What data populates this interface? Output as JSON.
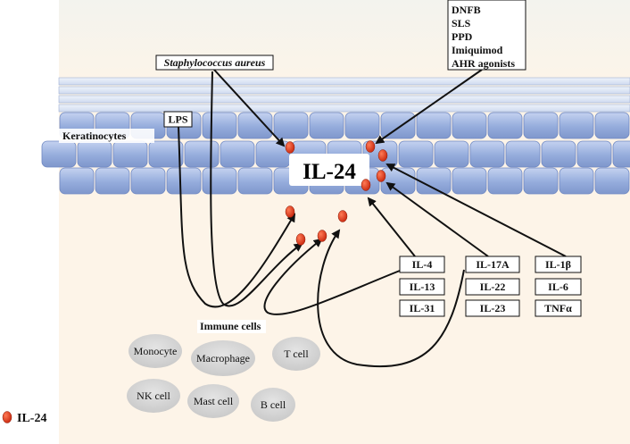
{
  "title": "IL-24",
  "labels": {
    "keratinocytes": "Keratinocytes",
    "immune_cells": "Immune cells",
    "lps": "LPS",
    "staph": "Staphylococcus aureus"
  },
  "chemicals": [
    "DNFB",
    "SLS",
    "PPD",
    "Imiquimod",
    "AHR agonists"
  ],
  "cytokine_groups": [
    [
      "IL-4",
      "IL-13",
      "IL-31"
    ],
    [
      "IL-17A",
      "IL-22",
      "IL-23"
    ],
    [
      "IL-1β",
      "IL-6",
      "TNFα"
    ]
  ],
  "cells": [
    "Monocyte",
    "Macrophage",
    "T cell",
    "NK cell",
    "Mast cell",
    "B cell"
  ],
  "legend": {
    "label": "IL-24"
  },
  "colors": {
    "il24_dot": "#d9341c",
    "keratinocyte_fill": "#9ab0df",
    "dermis_bg": "#fdf4e8",
    "cell_fill": "#d5d5d5"
  }
}
